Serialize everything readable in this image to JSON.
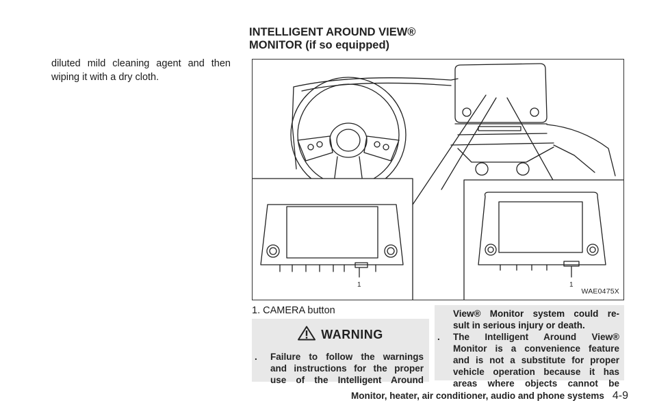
{
  "intro": {
    "text": "diluted mild cleaning agent and then wiping it with a dry cloth."
  },
  "section": {
    "heading_line1": "INTELLIGENT AROUND VIEW®",
    "heading_line2": "MONITOR (if so equipped)"
  },
  "figure": {
    "code": "WAE0475X",
    "callout_left": "1",
    "callout_right": "1",
    "caption": "1. CAMERA button"
  },
  "warning": {
    "title": "WARNING",
    "icon": "warning-triangle-icon",
    "items": [
      {
        "bullet": ".",
        "lines": [
          "Failure to follow the warnings",
          "and instructions for the proper",
          "use of the Intelligent Around",
          "View® Monitor system could re-",
          "sult in serious injury or death."
        ]
      },
      {
        "bullet": ".",
        "lines": [
          "The Intelligent Around View®",
          "Monitor is a convenience feature",
          "and is not a substitute for proper",
          "vehicle operation because it has",
          "areas where objects cannot be"
        ]
      }
    ]
  },
  "footer": {
    "section_title": "Monitor, heater, air conditioner, audio and phone systems",
    "page": "4-9"
  }
}
